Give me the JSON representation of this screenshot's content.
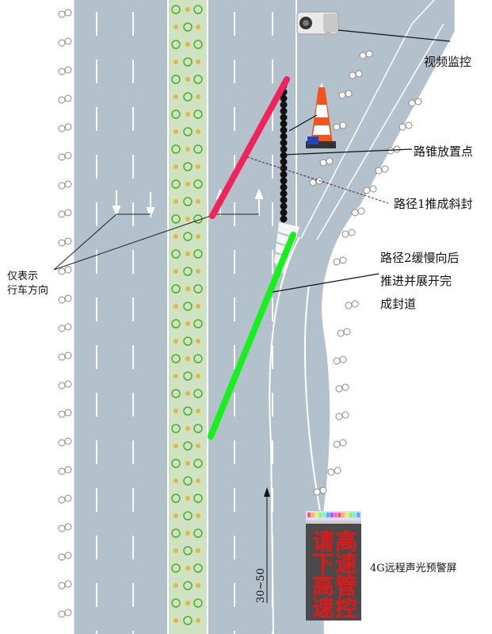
{
  "labels": {
    "camera": "视频监控",
    "cone_point": "路锥放置点",
    "path1": "路径1推成斜封",
    "path2_line1": "路径2缓慢向后",
    "path2_line2": "推进并展开完",
    "path2_line3": "成封道",
    "direction_line1": "仅表示",
    "direction_line2": "行车方向",
    "speed": "30~50",
    "warning_screen": "4G远程声光预警屏"
  },
  "sign": {
    "col_left": [
      "请",
      "下",
      "高",
      "速"
    ],
    "col_right": [
      "高",
      "速",
      "管",
      "控"
    ]
  },
  "colors": {
    "road": "#b3c1cd",
    "median": "#cfe3c3",
    "path1": "#f0245a",
    "path2": "#17f01a",
    "sign_bg": "#4a4a4a",
    "sign_text": "#e11818"
  },
  "icons": {
    "camera": "security-camera-icon",
    "cone": "traffic-cone-icon"
  }
}
